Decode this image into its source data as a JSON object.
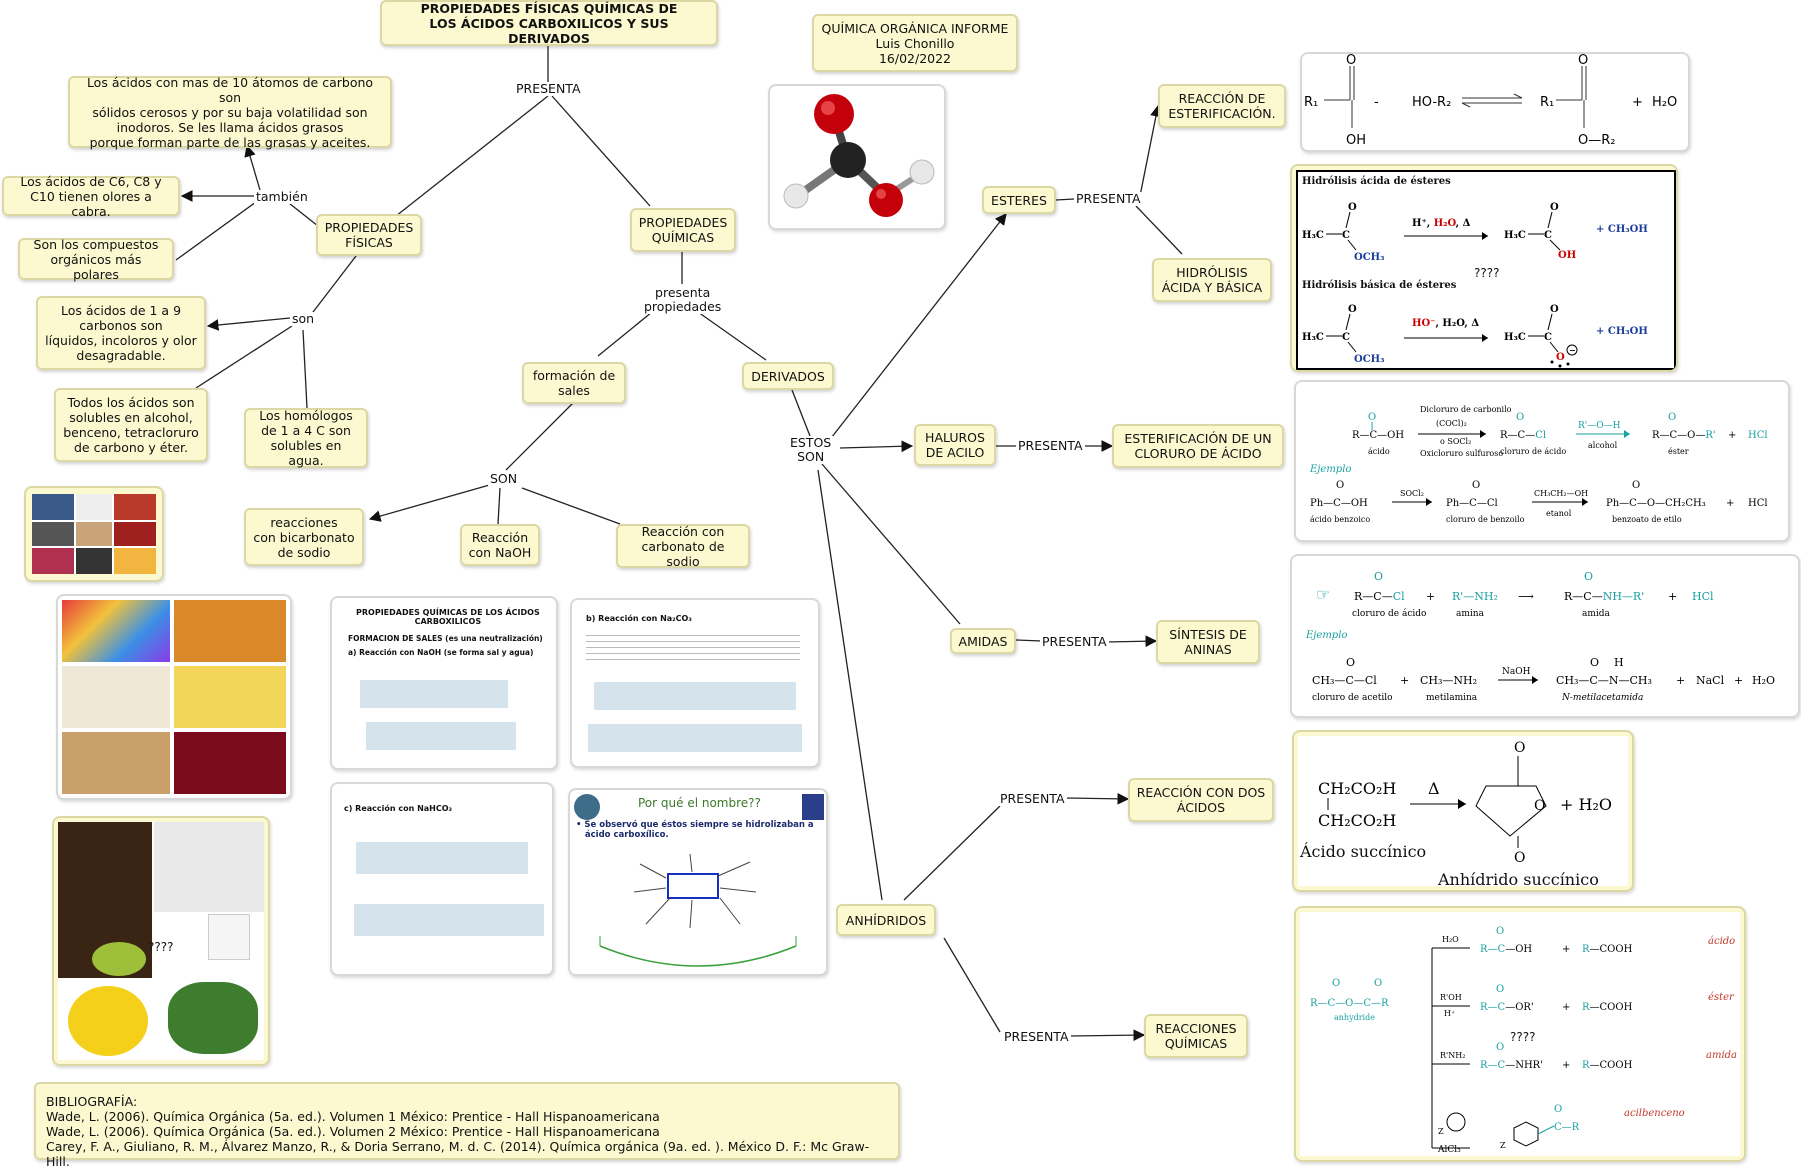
{
  "nodes": {
    "title": "PROPIEDADES FÍSICAS QUÍMICAS DE\nLOS ÁCIDOS CARBOXILICOS Y SUS DERIVADOS",
    "header_info": "QUÍMICA ORGÁNICA INFORME\nLuis Chonillo\n16/02/2022",
    "fisicas": "PROPIEDADES\nFÍSICAS",
    "quimicas": "PROPIEDADES\nQUÍMICAS",
    "diez_atomos": "Los ácidos con mas de 10 átomos de carbono son\nsólidos cerosos y por su baja volatilidad son\ninodoros. Se les llama ácidos grasos\nporque forman parte de las grasas y aceites.",
    "c6_c8_c10": "Los ácidos de C6, C8 y\nC10 tienen olores a cabra.",
    "polares": "Son los compuestos\norgánicos más polares",
    "uno_a_nueve": "Los ácidos de 1 a 9\ncarbonos son\nlíquidos, incoloros y olor\ndesagradable.",
    "solubles": "Todos los ácidos son\nsolubles en alcohol,\nbenceno, tetracloruro\nde carbono y éter.",
    "homologos": "Los homólogos\nde 1 a 4 C son\nsolubles en agua.",
    "formacion_sales": "formación de\nsales",
    "derivados": "DERIVADOS",
    "bicarbonato": "reacciones\ncon bicarbonato\nde sodio",
    "naoh": "Reacción\ncon NaOH",
    "carbonato": "Reacción con\ncarbonato de sodio",
    "esteres": "ESTERES",
    "esterificacion": "REACCIÓN DE\nESTERIFICACIÓN.",
    "hidrolisis": "HIDRÓLISIS\nÁCIDA Y BÁSICA",
    "haluros": "HALUROS\nDE ACILO",
    "ester_cloruro": "ESTERIFICACIÓN DE UN\nCLORURO DE ÁCIDO",
    "amidas": "AMIDAS",
    "sintesis_aninas": "SÍNTESIS DE\nANINAS",
    "anhidridos": "ANHÍDRIDOS",
    "dos_acidos": "REACCIÓN CON DOS\nÁCIDOS",
    "reacciones_quimicas": "REACCIONES\nQUÍMICAS",
    "bibliografia": "BIBLIOGRAFÍA:\nWade, L. (2006). Química Orgánica (5a. ed.). Volumen 1 México: Prentice - Hall Hispanoamericana\nWade, L. (2006). Química Orgánica (5a. ed.). Volumen 2 México: Prentice - Hall Hispanoamericana\nCarey, F. A., Giuliano, R. M., Álvarez Manzo, R., & Doria Serrano, M. d. C. (2014). Química orgánica (9a. ed. ). México D. F.: Mc Graw-Hill."
  },
  "labels": {
    "presenta_top": "PRESENTA",
    "tambien": "también",
    "son_fis": "son",
    "presenta_prop": "presenta\npropiedades",
    "son_sales": "SON",
    "estos_son": "ESTOS\nSON",
    "presenta_esteres": "PRESENTA",
    "presenta_haluros": "PRESENTA",
    "presenta_amidas": "PRESENTA",
    "presenta_anh1": "PRESENTA",
    "presenta_anh2": "PRESENTA"
  },
  "panels": {
    "hidrolisis_acida_title": "Hidrólisis ácida de ésteres",
    "hidrolisis_basica_title": "Hidrólisis básica de ésteres",
    "question_marks": "????",
    "ejemplo": "Ejemplo",
    "acido_succinico": "Ácido succínico",
    "anhidrido_succinico": "Anhídrido succínico",
    "por_que_nombre": "Por qué el nombre??",
    "por_que_texto": "• Se observó que éstos siempre se hidrolizaban a\n   ácido carboxílico.",
    "slide1_title": "PROPIEDADES QUÍMICAS DE LOS ÁCIDOS\nCARBOXILICOS",
    "slide1_sub": "FORMACION DE SALES (es una neutralización)",
    "slide1_a": "a) Reacción con NaOH (se forma sal y agua)",
    "slide2_b": "b) Reacción con Na₂CO₃",
    "slide3_c": "c) Reacción con NaHCO₃",
    "anh_products": [
      "ácido",
      "éster",
      "amida",
      "acilbenceno"
    ]
  },
  "colors": {
    "node_fill": "#fcf8cf",
    "node_border": "#dcd8a6",
    "link": "#222222",
    "teal": "#1aa0a0",
    "red_label": "#c0392b"
  }
}
